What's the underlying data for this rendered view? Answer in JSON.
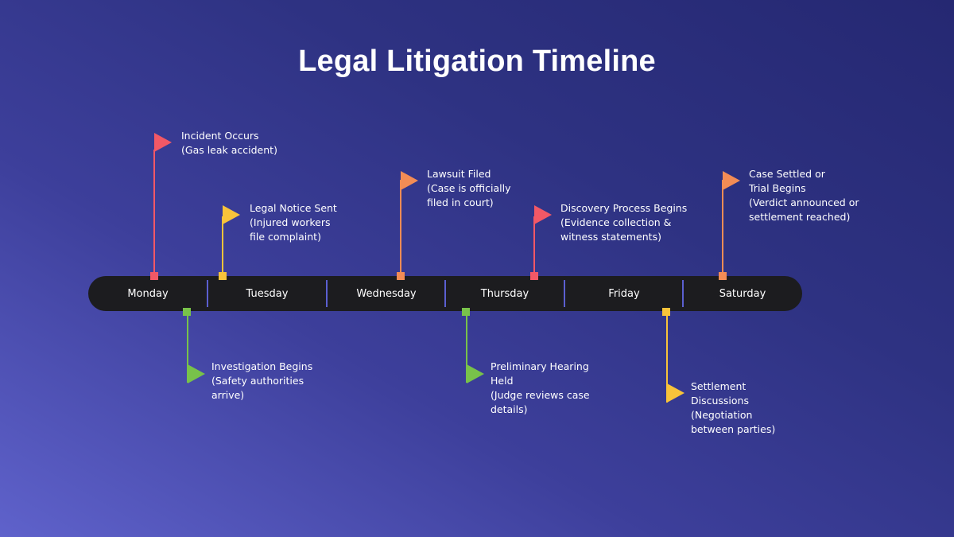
{
  "title": "Legal Litigation Timeline",
  "days": [
    "Monday",
    "Tuesday",
    "Wednesday",
    "Thursday",
    "Friday",
    "Saturday"
  ],
  "colors": {
    "red": "#f25866",
    "yellow": "#f8c33a",
    "orange": "#f38c55",
    "green": "#78c24a",
    "bar": "#1c1c1f",
    "divider": "#5b5fd0"
  },
  "events": [
    {
      "title": "Incident Occurs",
      "detail": "(Gas leak accident)",
      "day": "Monday"
    },
    {
      "title": "Investigation Begins",
      "detail": "(Safety authorities arrive)",
      "day": "Monday"
    },
    {
      "title": "Legal Notice Sent",
      "detail": "(Injured workers file complaint)",
      "day": "Tuesday"
    },
    {
      "title": "Lawsuit Filed",
      "detail": "(Case is officially filed in court)",
      "day": "Wednesday"
    },
    {
      "title": "Preliminary Hearing Held",
      "detail": "(Judge reviews case details)",
      "day": "Thursday"
    },
    {
      "title": "Discovery Process Begins",
      "detail": "(Evidence collection & witness statements)",
      "day": "Thursday"
    },
    {
      "title": "Settlement Discussions",
      "detail": "(Negotiation between parties)",
      "day": "Friday"
    },
    {
      "title": "Case Settled or Trial Begins",
      "detail": "(Verdict announced or settlement reached)",
      "day": "Saturday"
    }
  ]
}
